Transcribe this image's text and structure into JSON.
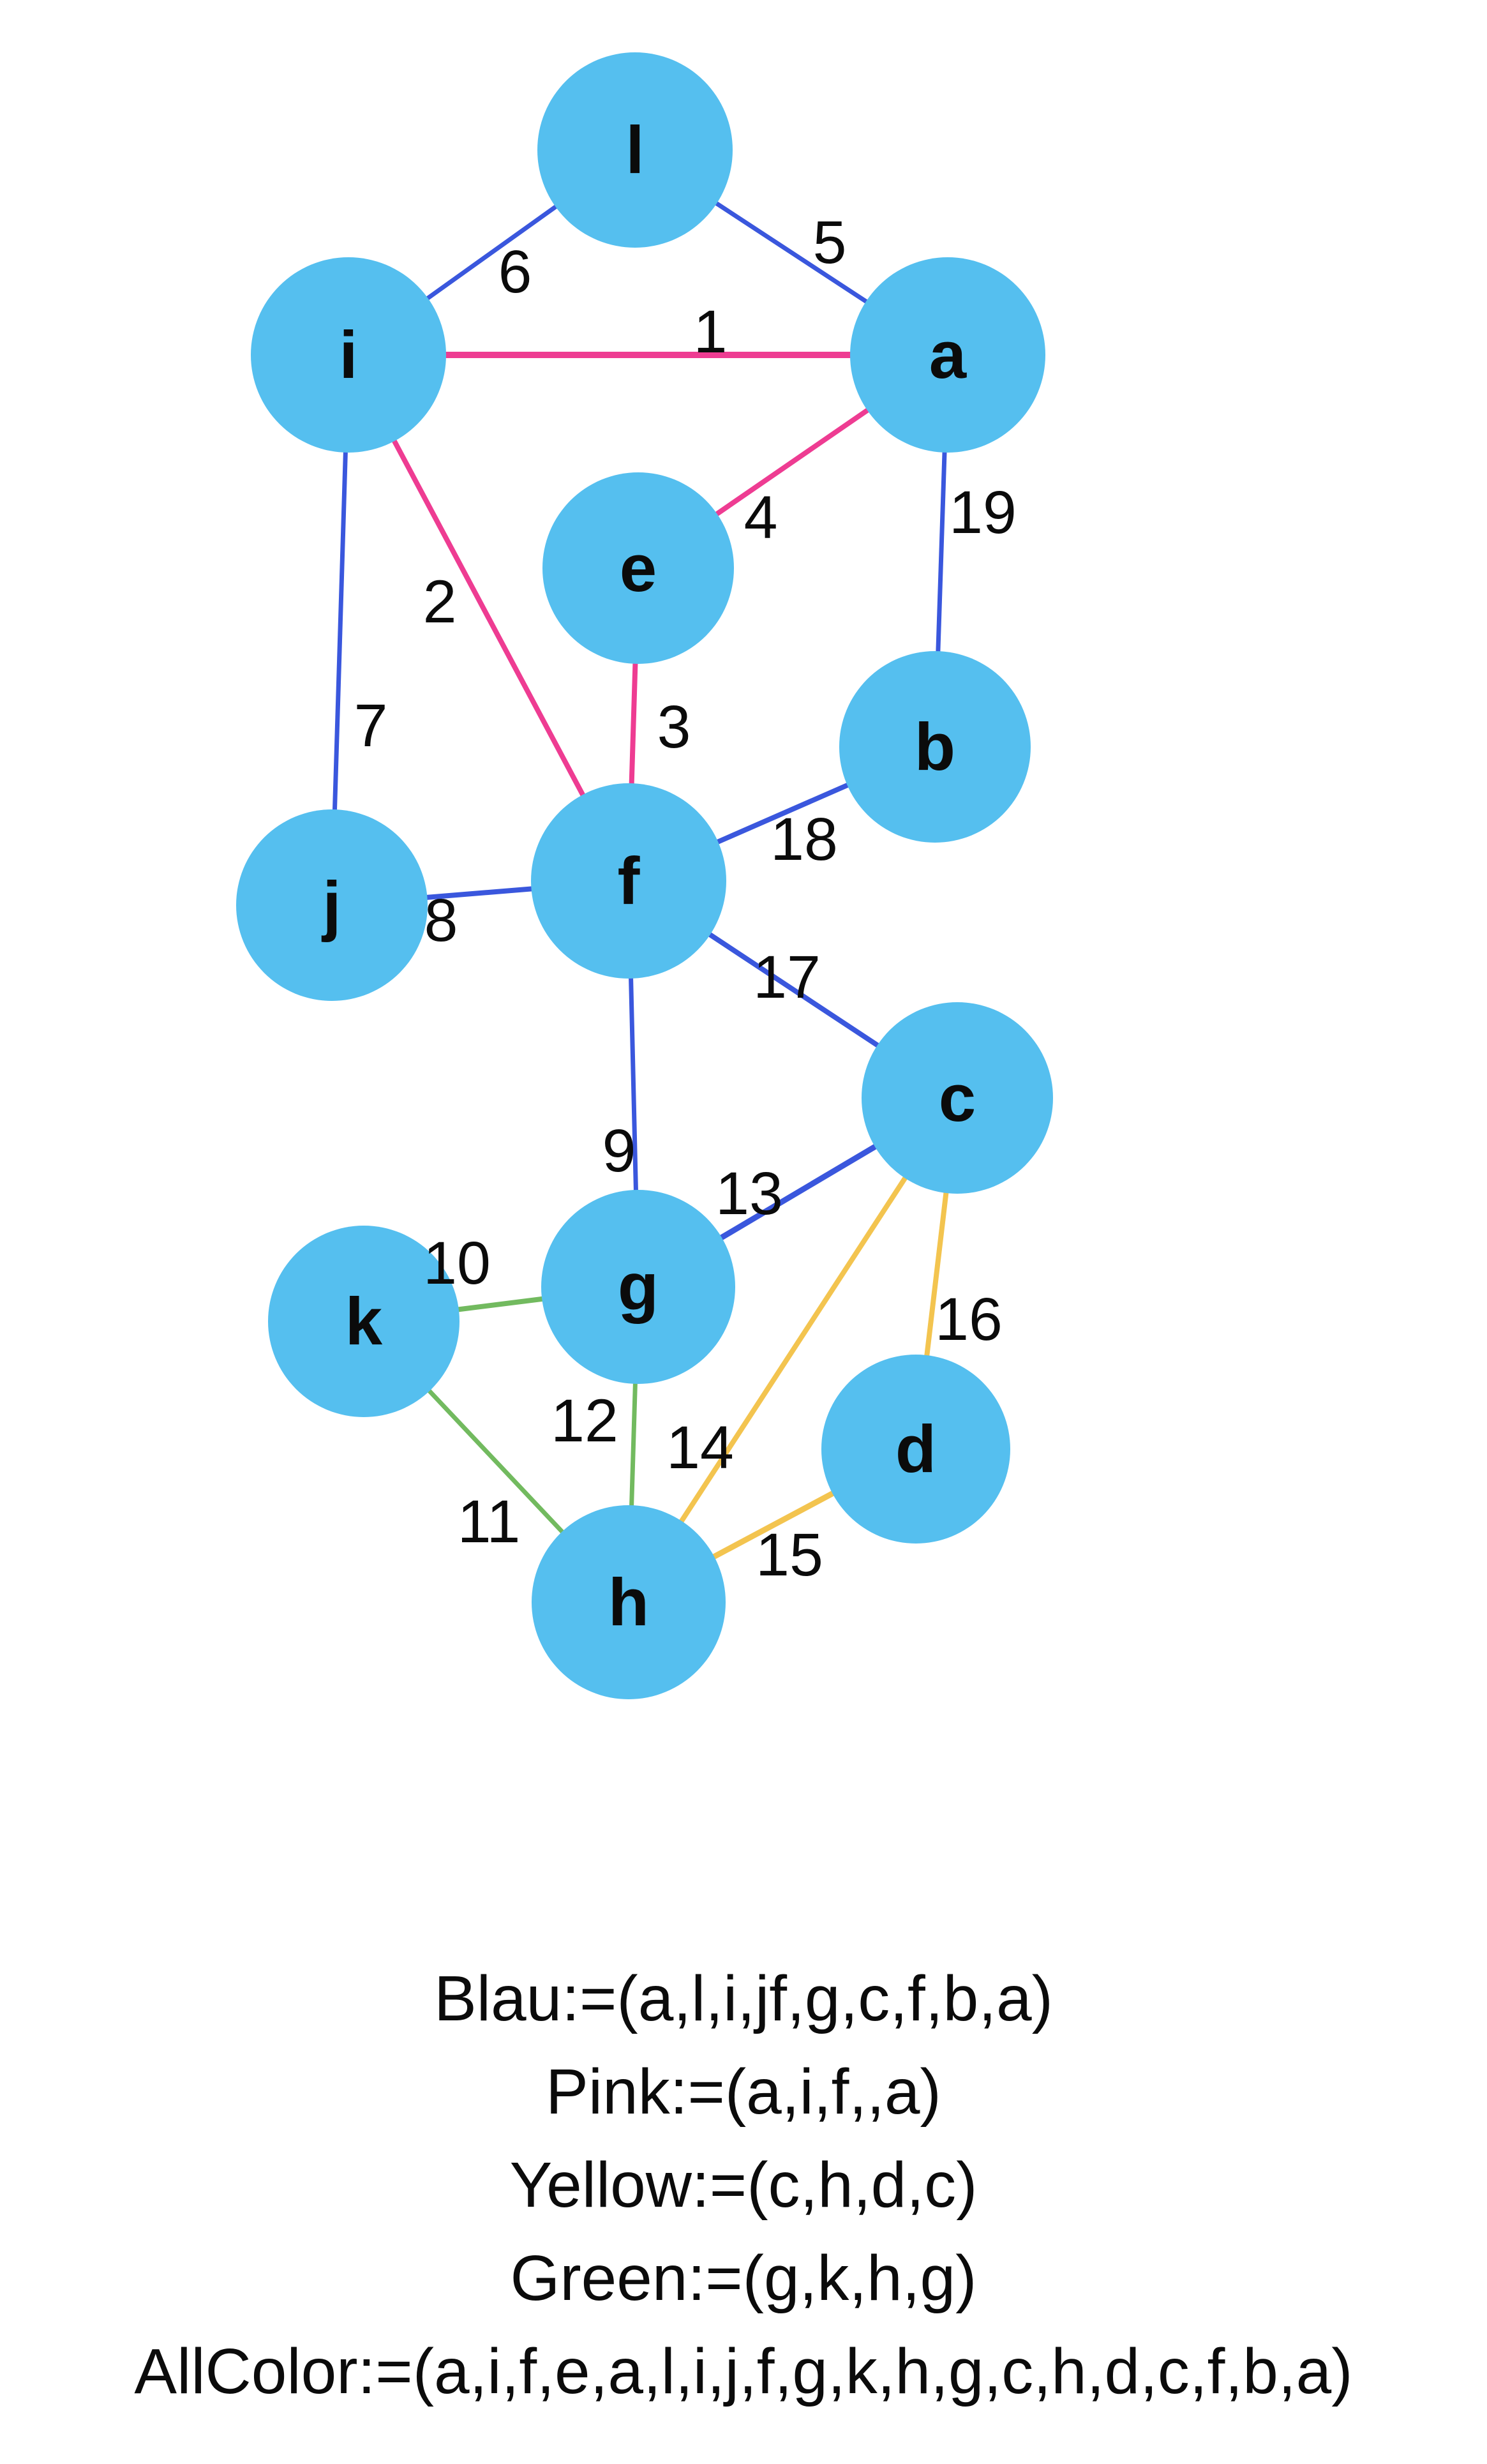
{
  "colors": {
    "node_fill": "#55bfef",
    "blue": "#3a57dd",
    "pink": "#ee3c92",
    "green": "#72ba5f",
    "yellow": "#f3c44f"
  },
  "nodes": [
    {
      "id": "l",
      "label": "l"
    },
    {
      "id": "i",
      "label": "i"
    },
    {
      "id": "a",
      "label": "a"
    },
    {
      "id": "e",
      "label": "e"
    },
    {
      "id": "b",
      "label": "b"
    },
    {
      "id": "f",
      "label": "f"
    },
    {
      "id": "j",
      "label": "j"
    },
    {
      "id": "c",
      "label": "c"
    },
    {
      "id": "g",
      "label": "g"
    },
    {
      "id": "k",
      "label": "k"
    },
    {
      "id": "d",
      "label": "d"
    },
    {
      "id": "h",
      "label": "h"
    }
  ],
  "edges": [
    {
      "label": "1",
      "from": "i",
      "to": "a",
      "color": "pink"
    },
    {
      "label": "2",
      "from": "i",
      "to": "f",
      "color": "pink"
    },
    {
      "label": "3",
      "from": "e",
      "to": "f",
      "color": "pink"
    },
    {
      "label": "4",
      "from": "a",
      "to": "e",
      "color": "pink"
    },
    {
      "label": "5",
      "from": "l",
      "to": "a",
      "color": "blue"
    },
    {
      "label": "6",
      "from": "l",
      "to": "i",
      "color": "blue"
    },
    {
      "label": "7",
      "from": "i",
      "to": "j",
      "color": "blue"
    },
    {
      "label": "8",
      "from": "j",
      "to": "f",
      "color": "blue"
    },
    {
      "label": "9",
      "from": "f",
      "to": "g",
      "color": "blue"
    },
    {
      "label": "10",
      "from": "k",
      "to": "g",
      "color": "green"
    },
    {
      "label": "11",
      "from": "k",
      "to": "h",
      "color": "green"
    },
    {
      "label": "12",
      "from": "g",
      "to": "h",
      "color": "green"
    },
    {
      "label": "13",
      "from": "g",
      "to": "c",
      "color": "blue"
    },
    {
      "label": "14",
      "from": "c",
      "to": "h",
      "color": "yellow"
    },
    {
      "label": "15",
      "from": "h",
      "to": "d",
      "color": "yellow"
    },
    {
      "label": "16",
      "from": "c",
      "to": "d",
      "color": "yellow"
    },
    {
      "label": "17",
      "from": "f",
      "to": "c",
      "color": "blue"
    },
    {
      "label": "18",
      "from": "f",
      "to": "b",
      "color": "blue"
    },
    {
      "label": "19",
      "from": "a",
      "to": "b",
      "color": "blue"
    }
  ],
  "legend": {
    "lines": [
      "Blau:=(a,l,i,jf,g,c,f,b,a)",
      "Pink:=(a,i,f,,a)",
      "Yellow:=(c,h,d,c)",
      "Green:=(g,k,h,g)",
      "AllColor:=(a,i,f,e,a,l,i,j,f,g,k,h,g,c,h,d,c,f,b,a)"
    ]
  }
}
